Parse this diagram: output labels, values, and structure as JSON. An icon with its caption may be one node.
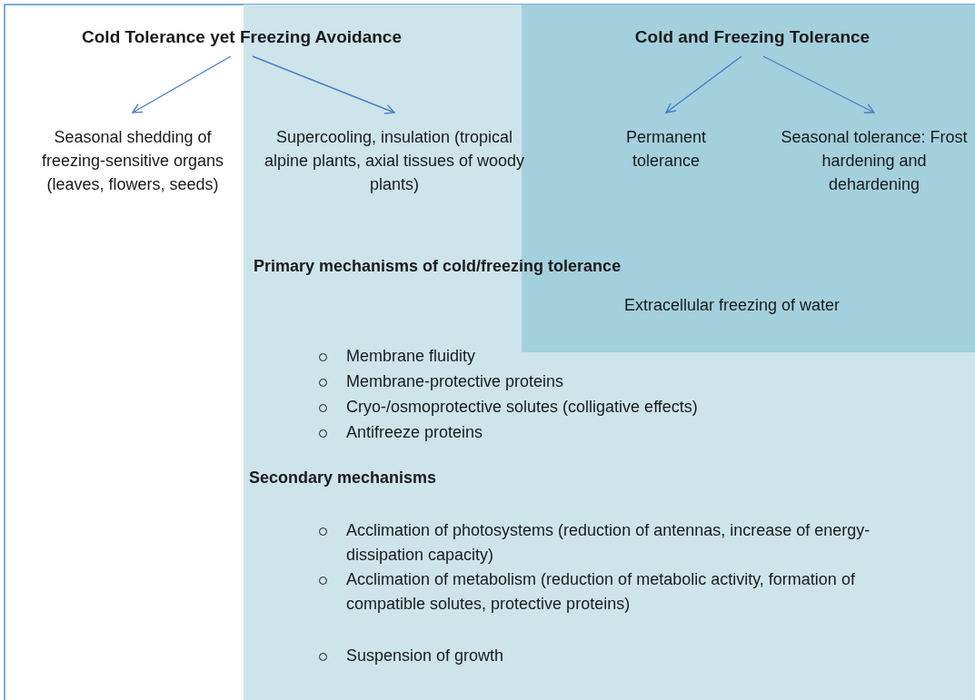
{
  "diagram": {
    "nodes": [
      {
        "text": [
          "Primary mechanisms of cold/freezing tolerance",
          "Membrane fluidity",
          "Membrane-protective proteins",
          "Cryo-/osmoprotective solutes (colligative effects)",
          "Antifreeze proteins",
          "Secondary mechanisms",
          "Acclimation of photosystems (reduction of antennas, increase of energy-dissipation capacity)",
          "Acclimation of metabolism (reduction of metabolic activity, formation of compatible solutes, protective proteins)",
          "Suspension of growth"
        ]
      },
      {
        "text": [
          "Cold Tolerance yet Freezing Avoidance"
        ]
      },
      {
        "text": [
          "Seasonal shedding of freezing-sensitive organs (leaves, flowers, seeds)"
        ]
      },
      {
        "text": [
          "Supercooling, insulation (tropical alpine plants, axial tissues of woody plants)"
        ],
        "in": 0
      },
      {
        "text": [
          "Extracellular freezing of water"
        ],
        "in": 0
      },
      {
        "text": [
          "Cold and Freezing Tolerance"
        ],
        "in": 4
      },
      {
        "text": [
          "Permanent tolerance"
        ],
        "in": 4
      },
      {
        "text": [
          "Seasonal tolerance: Frost hardening and dehardening"
        ],
        "in": 4
      }
    ],
    "edges": [
      {
        "from": 1,
        "to": 2,
        "arrow": "to"
      },
      {
        "from": 1,
        "to": 3,
        "arrow": "to"
      },
      {
        "from": 5,
        "to": 6,
        "arrow": "to"
      },
      {
        "from": 5,
        "to": 7,
        "arrow": "to"
      }
    ]
  }
}
